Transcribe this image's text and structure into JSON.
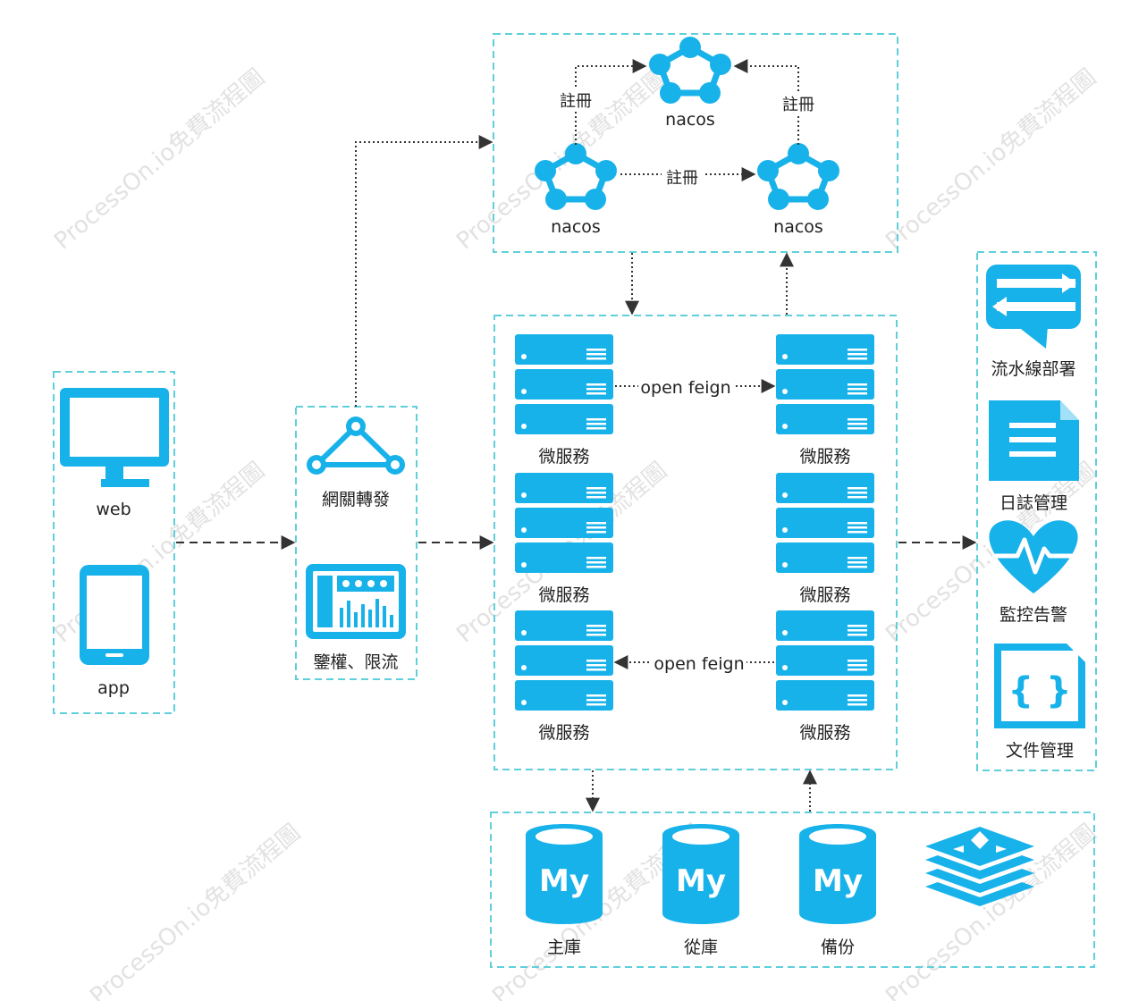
{
  "watermark": "ProcessOn.io免費流程圖",
  "clients": {
    "web": "web",
    "app": "app"
  },
  "gateway": {
    "forward": "網關轉發",
    "auth": "鑒權、限流"
  },
  "nacos": {
    "top": "nacos",
    "left": "nacos",
    "right": "nacos",
    "register": "註冊"
  },
  "services": {
    "label": "微服務",
    "open_feign": "open feign"
  },
  "databases": {
    "master": "主庫",
    "slave": "從庫",
    "backup": "備份"
  },
  "tools": {
    "pipeline": "流水線部署",
    "logs": "日誌管理",
    "monitor": "監控告警",
    "files": "文件管理"
  },
  "colors": {
    "icon": "#18b2ea",
    "border": "#5fd0da",
    "arrow": "#333333"
  }
}
